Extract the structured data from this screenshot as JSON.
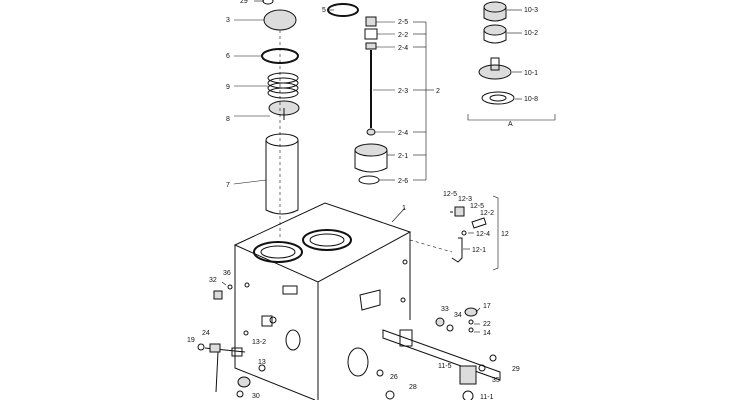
{
  "labels": {
    "l29": "29",
    "l3": "3",
    "l6": "6",
    "l9": "9",
    "l8": "8",
    "l7": "7",
    "l5": "5",
    "l2_5": "2-5",
    "l2_2": "2-2",
    "l2_4a": "2-4",
    "l2_3": "2-3",
    "l2": "2",
    "l2_4b": "2-4",
    "l2_1": "2-1",
    "l2_6": "2-6",
    "l10_3": "10-3",
    "l10_2": "10-2",
    "l10_1": "10-1",
    "l10_8": "10-8",
    "lA": "A",
    "l1": "1",
    "l12_5a": "12-5",
    "l12_3": "12-3",
    "l12_5b": "12-5",
    "l12_2": "12-2",
    "l12_4": "12-4",
    "l12_1": "12-1",
    "l12": "12",
    "l32": "32",
    "l36": "36",
    "l33": "33",
    "l34": "34",
    "l17": "17",
    "l22": "22",
    "l14": "14",
    "l24": "24",
    "l19": "19",
    "l13_2": "13-2",
    "l13": "13",
    "l29b": "29",
    "l35": "35",
    "l26": "26",
    "l28": "28",
    "l11_5": "11-5",
    "l11_1": "11-1",
    "l30": "30"
  }
}
